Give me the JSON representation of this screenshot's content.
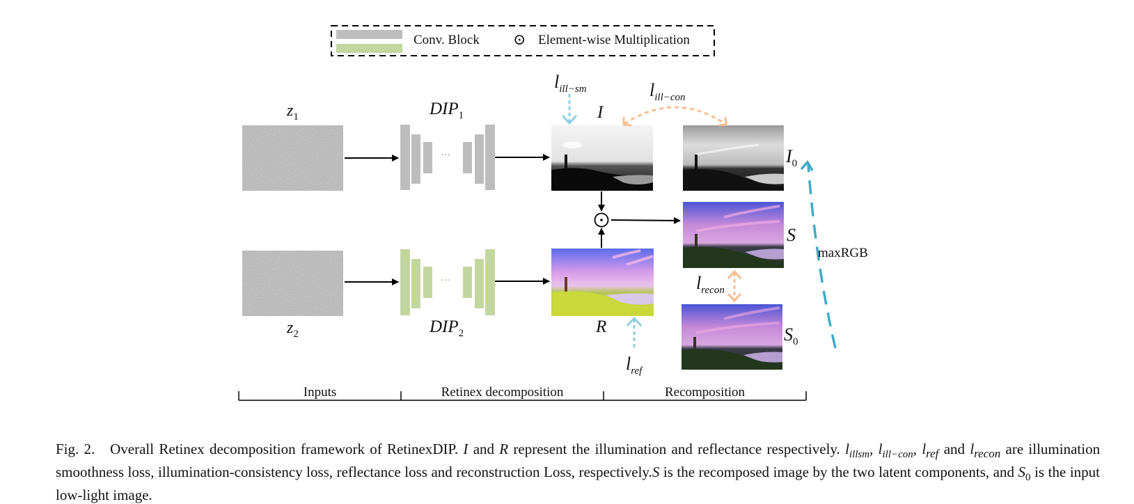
{
  "legend": {
    "conv_block_label": "Conv. Block",
    "elementwise_symbol": "⊙",
    "elementwise_label": "Element-wise Multiplication",
    "colors": {
      "gray_block": "#bdbdbd",
      "green_block": "#c4d6a0"
    }
  },
  "inputs": {
    "z1": {
      "base": "z",
      "sub": "1"
    },
    "z2": {
      "base": "z",
      "sub": "2"
    }
  },
  "networks": {
    "dip1": {
      "base": "DIP",
      "sub": "1"
    },
    "dip2": {
      "base": "DIP",
      "sub": "2"
    },
    "ellipsis": "•••"
  },
  "components": {
    "I": "I",
    "R": "R",
    "I0": {
      "base": "I",
      "sub": "0"
    },
    "S": "S",
    "S0": {
      "base": "S",
      "sub": "0"
    },
    "op_symbol": "⊙"
  },
  "losses": {
    "ill_sm": {
      "base": "l",
      "sub": "ill−sm"
    },
    "ill_con": {
      "base": "l",
      "sub": "ill−con"
    },
    "recon": {
      "base": "l",
      "sub": "recon"
    },
    "ref": {
      "base": "l",
      "sub": "ref"
    },
    "colors": {
      "blue_loss": "#8fcfe0",
      "orange_loss": "#f7be93",
      "maxrgb_arrow": "#40aac6"
    }
  },
  "maxrgb_label": "maxRGB",
  "stages": [
    "Inputs",
    "Retinex decomposition",
    "Recomposition"
  ],
  "caption": {
    "prefix": "Fig. 2.",
    "t1": "Overall Retinex decomposition framework of RetinexDIP.",
    "I": "I",
    "t2": "and",
    "R": "R",
    "t3": "represent the illumination and reflectance respectively.",
    "l_illsm": "illsm",
    "l_illcon": "ill−con",
    "l_ref": "ref",
    "t4": "and",
    "l_recon": "recon",
    "t5": "are illumination smoothness loss, illumination-consistency loss, reflectance loss and reconstruction Loss, respectively.",
    "S": "S",
    "t6": "is the recomposed image by the two latent components, and",
    "S0_base": "S",
    "S0_sub": "0",
    "t7": "is the input low-light image."
  }
}
